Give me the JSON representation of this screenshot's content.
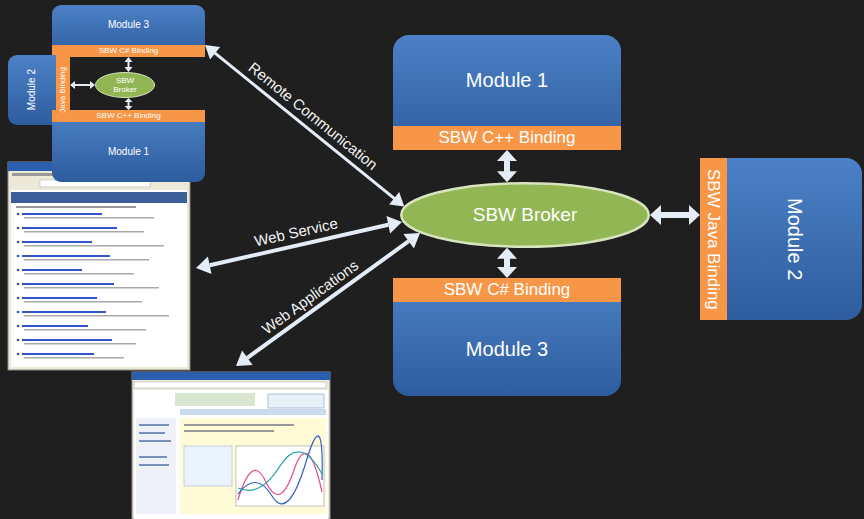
{
  "diagram": {
    "nodes": [
      {
        "text": [
          "Module 3"
        ]
      },
      {
        "text": [
          "SBW C# Binding"
        ],
        "in": 0
      },
      {
        "text": [
          "Module 2"
        ]
      },
      {
        "text": [
          "Java Binding"
        ],
        "in": 2
      },
      {
        "text": [
          "SBW Broker"
        ]
      },
      {
        "text": [
          "Module 1"
        ]
      },
      {
        "text": [
          "SBW C++ Binding"
        ],
        "in": 5
      },
      {
        "text": [
          "Module 1"
        ]
      },
      {
        "text": [
          "SBW C++ Binding"
        ],
        "in": 7
      },
      {
        "text": [
          "SBW Broker"
        ]
      },
      {
        "text": [
          "Module 2"
        ]
      },
      {
        "text": [
          "SBW Java Binding"
        ],
        "in": 10
      },
      {
        "text": [
          "Module 3"
        ]
      },
      {
        "text": [
          "SBW C# Binding"
        ],
        "in": 12
      }
    ],
    "edges": [
      {
        "from": 4,
        "to": 1,
        "arrow": "both"
      },
      {
        "from": 4,
        "to": 3,
        "arrow": "both"
      },
      {
        "from": 4,
        "to": 6,
        "arrow": "both"
      },
      {
        "from": 9,
        "to": 8,
        "arrow": "both"
      },
      {
        "from": 9,
        "to": 11,
        "arrow": "both"
      },
      {
        "from": 9,
        "to": 13,
        "arrow": "both"
      },
      {
        "from": 9,
        "to": 0,
        "label": "Remote Communication",
        "arrow": "both"
      }
    ],
    "labels": [
      "Web Service",
      "Web Applications"
    ]
  }
}
